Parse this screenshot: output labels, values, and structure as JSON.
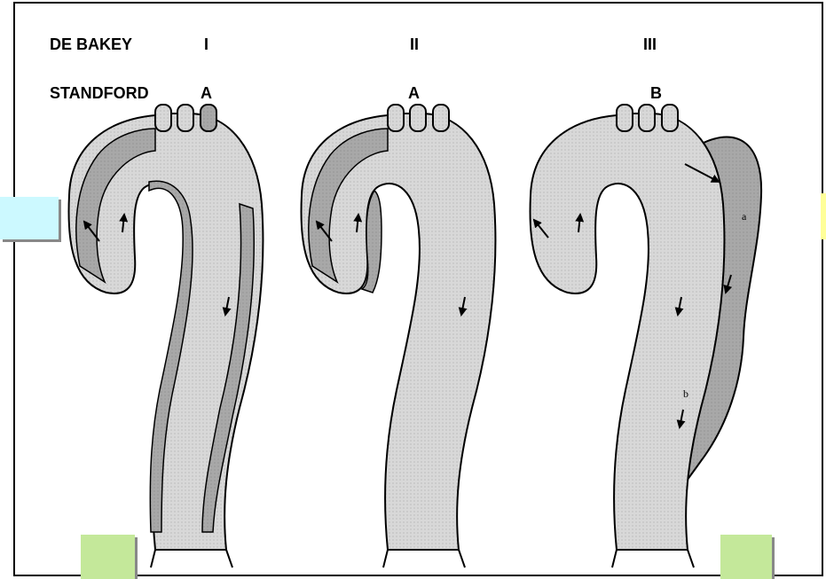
{
  "header": {
    "row1_label": "DE BAKEY",
    "row2_label": "STANDFORD",
    "panels": [
      {
        "debakey": "I",
        "stanford": "A"
      },
      {
        "debakey": "II",
        "stanford": "A"
      },
      {
        "debakey": "III",
        "stanford": "B"
      }
    ]
  },
  "panel3_annotations": {
    "upper": "a",
    "lower": "b"
  },
  "colors": {
    "lumen": "#d8d8d8",
    "false_lumen": "#a8a8a8",
    "outline": "#000000",
    "accent_cyan": "#ccf9ff",
    "accent_green": "#c4e89a",
    "accent_yellow": "#ffff99"
  }
}
